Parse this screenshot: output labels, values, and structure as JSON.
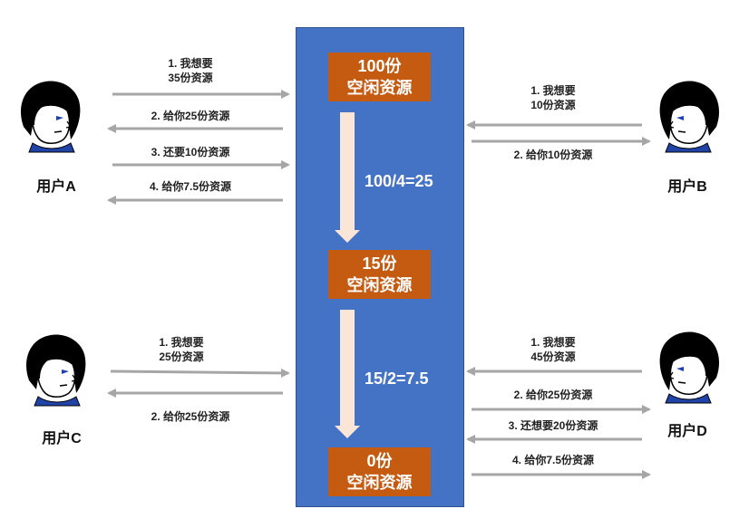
{
  "pool": {
    "stages": [
      {
        "amount": "100份",
        "label": "空闲资源"
      },
      {
        "amount": "15份",
        "label": "空闲资源"
      },
      {
        "amount": "0份",
        "label": "空闲资源"
      }
    ],
    "calculations": [
      "100/4=25",
      "15/2=7.5"
    ]
  },
  "users": {
    "a": {
      "name": "用户A",
      "messages": [
        "1. 我想要",
        "35份资源",
        "2. 给你25份资源",
        "3. 还要10份资源",
        "4. 给你7.5份资源"
      ]
    },
    "b": {
      "name": "用户B",
      "messages": [
        "1. 我想要",
        "10份资源",
        "2. 给你10份资源"
      ]
    },
    "c": {
      "name": "用户C",
      "messages": [
        "1. 我想要",
        "25份资源",
        "2. 给你25份资源"
      ]
    },
    "d": {
      "name": "用户D",
      "messages": [
        "1. 我想要",
        "45份资源",
        "2. 给你25份资源",
        "3. 还想要20份资源",
        "4. 给你7.5份资源"
      ]
    }
  },
  "colors": {
    "pool": "#4472c4",
    "box": "#c55a11",
    "arrow": "#a6a6a6",
    "flow_arrow": "#fbe5d6",
    "face_collar": "#2043a8"
  }
}
